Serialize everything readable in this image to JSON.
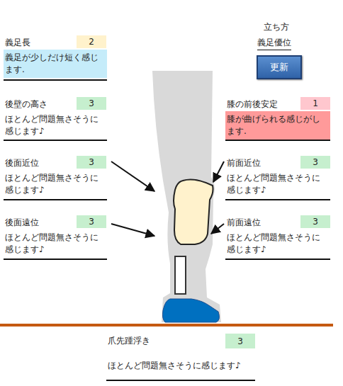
{
  "diagram": {
    "nodes": [
      {
        "text": [
          "義足長",
          "義足が少しだけ短く感じます."
        ]
      },
      {
        "text": [
          "2"
        ],
        "in": 0
      },
      {
        "text": [
          "更新"
        ]
      },
      {
        "text": [
          "後壁の高さ",
          "ほとんど問題無さそうに感じます♪"
        ]
      },
      {
        "text": [
          "3"
        ],
        "in": 3
      },
      {
        "text": [
          "膝の前後安定",
          "膝が曲げられる感じがします."
        ]
      },
      {
        "text": [
          "1"
        ],
        "in": 5
      },
      {
        "text": [
          "後面近位",
          "ほとんど問題無さそうに感じます♪"
        ]
      },
      {
        "text": [
          "3"
        ],
        "in": 7
      },
      {
        "text": [
          "前面近位",
          "ほとんど問題無さそうに感じます♪"
        ]
      },
      {
        "text": [
          "3"
        ],
        "in": 9
      },
      {
        "text": [
          "後面遠位",
          "ほとんど問題無さそうに感じます♪"
        ]
      },
      {
        "text": [
          "3"
        ],
        "in": 11
      },
      {
        "text": [
          "前面遠位",
          "ほとんど問題無さそうに感じます♪"
        ]
      },
      {
        "text": [
          "3"
        ],
        "in": 13
      },
      {
        "text": [
          "爪先踵浮き",
          "ほとんど問題無さそうに感じます♪"
        ]
      },
      {
        "text": [
          "3"
        ],
        "in": 15
      }
    ],
    "labels": [
      "立ち方",
      "義足優位"
    ]
  }
}
